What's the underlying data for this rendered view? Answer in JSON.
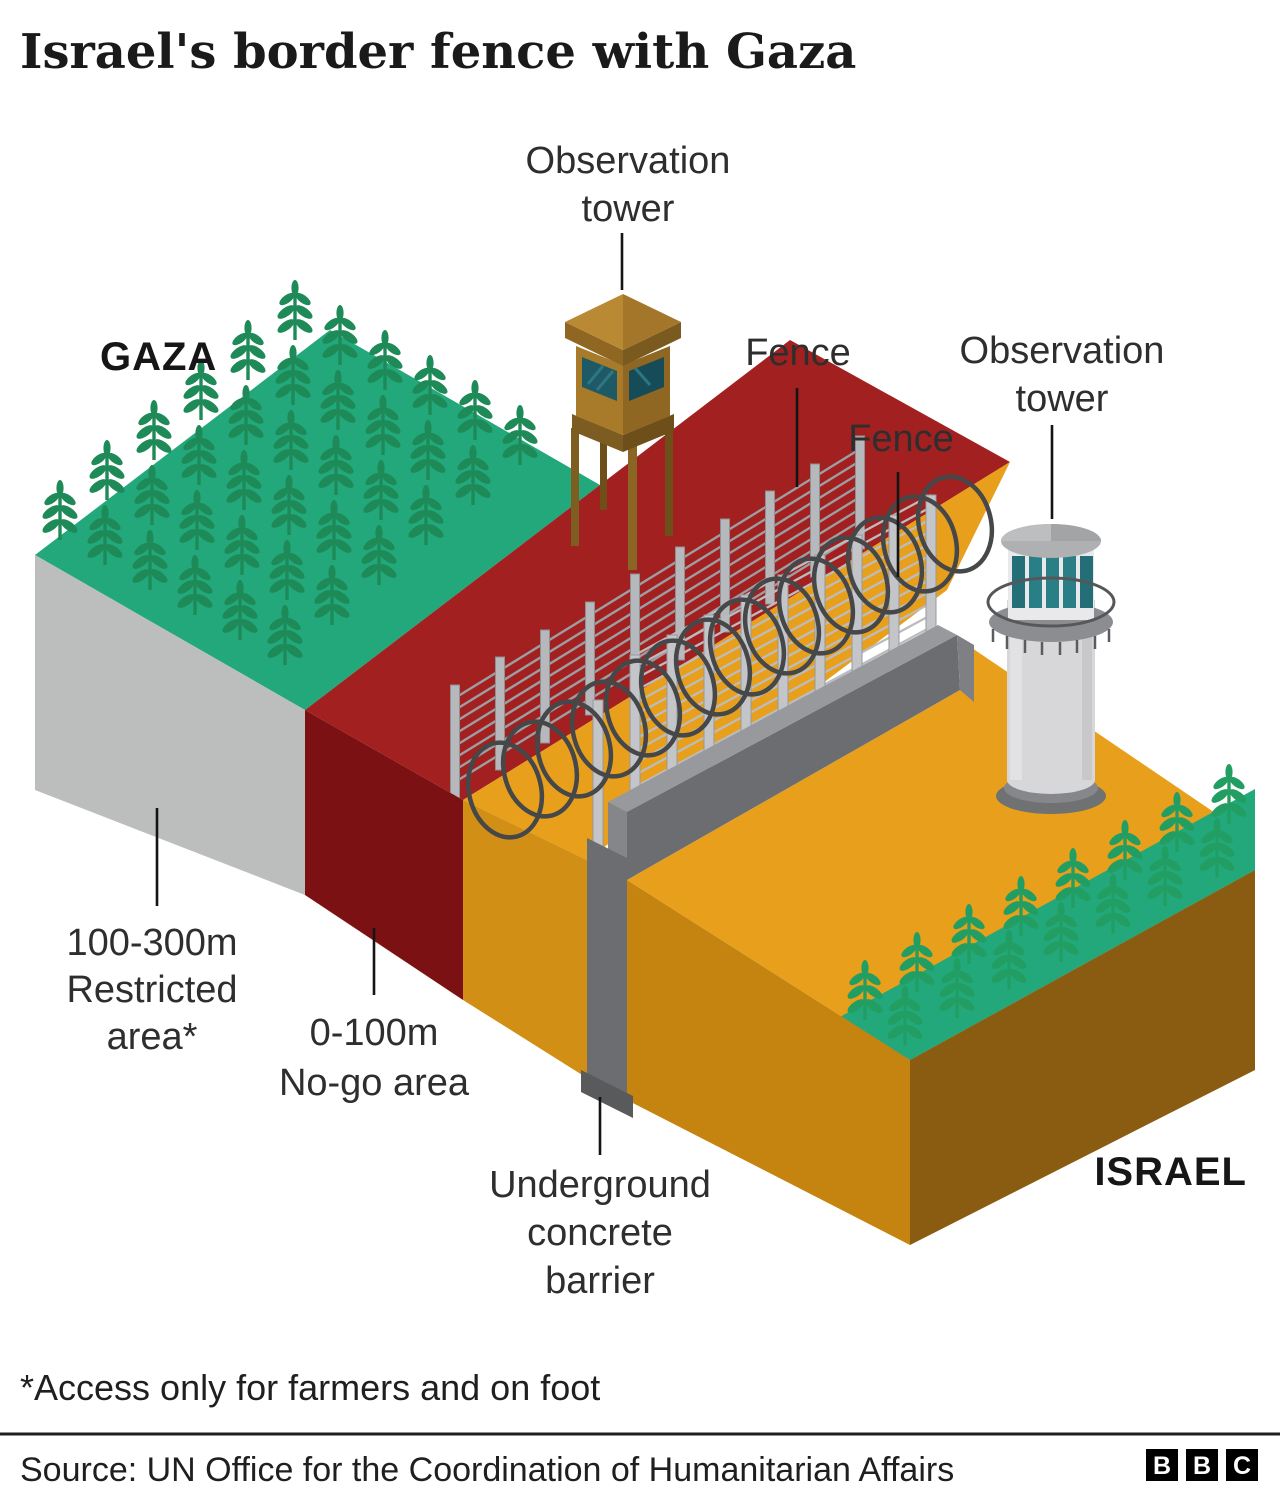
{
  "header": {
    "title": "Israel's border fence with Gaza"
  },
  "regions": {
    "gaza": "GAZA",
    "israel": "ISRAEL"
  },
  "labels": {
    "tower_left": [
      "Observation",
      "tower"
    ],
    "tower_right": [
      "Observation",
      "tower"
    ],
    "fence_upper": "Fence",
    "fence_lower": "Fence",
    "restricted": [
      "100-300m",
      "Restricted",
      "area*"
    ],
    "no_go": [
      "0-100m",
      "No-go area"
    ],
    "underground": [
      "Underground",
      "concrete",
      "barrier"
    ]
  },
  "footnote": "*Access only for farmers and on foot",
  "source": {
    "text": "Source: UN Office for the Coordination of Humanitarian Affairs"
  },
  "logo": {
    "letters": [
      "B",
      "B",
      "C"
    ]
  },
  "colors": {
    "gaza_field": "#22a87b",
    "crop_gaza": "#1e8a58",
    "crop_israel": "#239e63",
    "restricted_face": "#bcbdbd",
    "no_go_top": "#a32020",
    "no_go_face": "#7b1113",
    "buffer_top": "#e8a01c",
    "buffer_face": "#d18f16",
    "israel_top": "#e8a01c",
    "israel_face": "#c5830f",
    "israel_side": "#8a5c12",
    "wall": "#6b6d70",
    "wall_top": "#97999d",
    "fence_post": "#b6b8bb",
    "wire": "#9c9ea2",
    "razor_wire": "#454749",
    "wood": "#a87b2a",
    "wood_dark": "#8f6722",
    "window_glass": "#1d5a66",
    "tower_body": "#d7d7d9",
    "tower_cap": "#aeb0b2",
    "tower_glass": "#2a7f86",
    "text": "#2e2e2e"
  }
}
